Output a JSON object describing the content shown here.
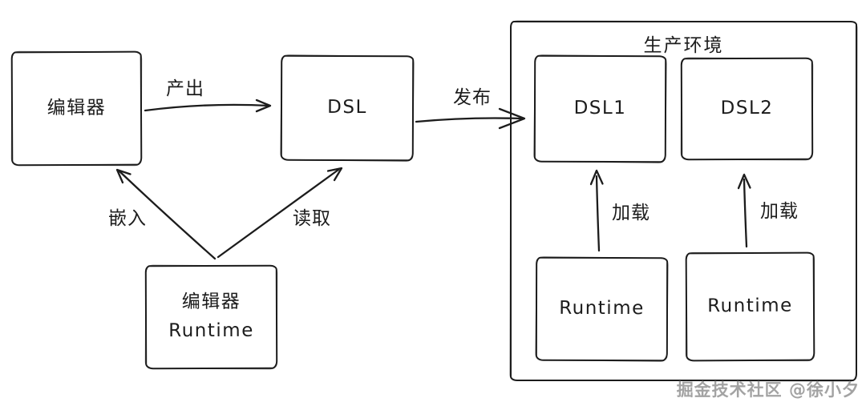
{
  "diagram": {
    "nodes": {
      "editor": {
        "label": "编辑器"
      },
      "dsl": {
        "label": "DSL"
      },
      "editor_runtime": {
        "line1": "编辑器",
        "line2": "Runtime"
      },
      "dsl1": {
        "label": "DSL1"
      },
      "dsl2": {
        "label": "DSL2"
      },
      "runtime1": {
        "label": "Runtime"
      },
      "runtime2": {
        "label": "Runtime"
      }
    },
    "container": {
      "label": "生产环境"
    },
    "edges": {
      "produce": {
        "label": "产出"
      },
      "publish": {
        "label": "发布"
      },
      "embed": {
        "label": "嵌入"
      },
      "read": {
        "label": "读取"
      },
      "load1": {
        "label": "加载"
      },
      "load2": {
        "label": "加载"
      }
    },
    "colors": {
      "stroke": "#1c1c1c",
      "background": "#ffffff",
      "watermark": "#a3a3a3"
    }
  },
  "watermark": {
    "text": "掘金技术社区 @徐小夕"
  }
}
